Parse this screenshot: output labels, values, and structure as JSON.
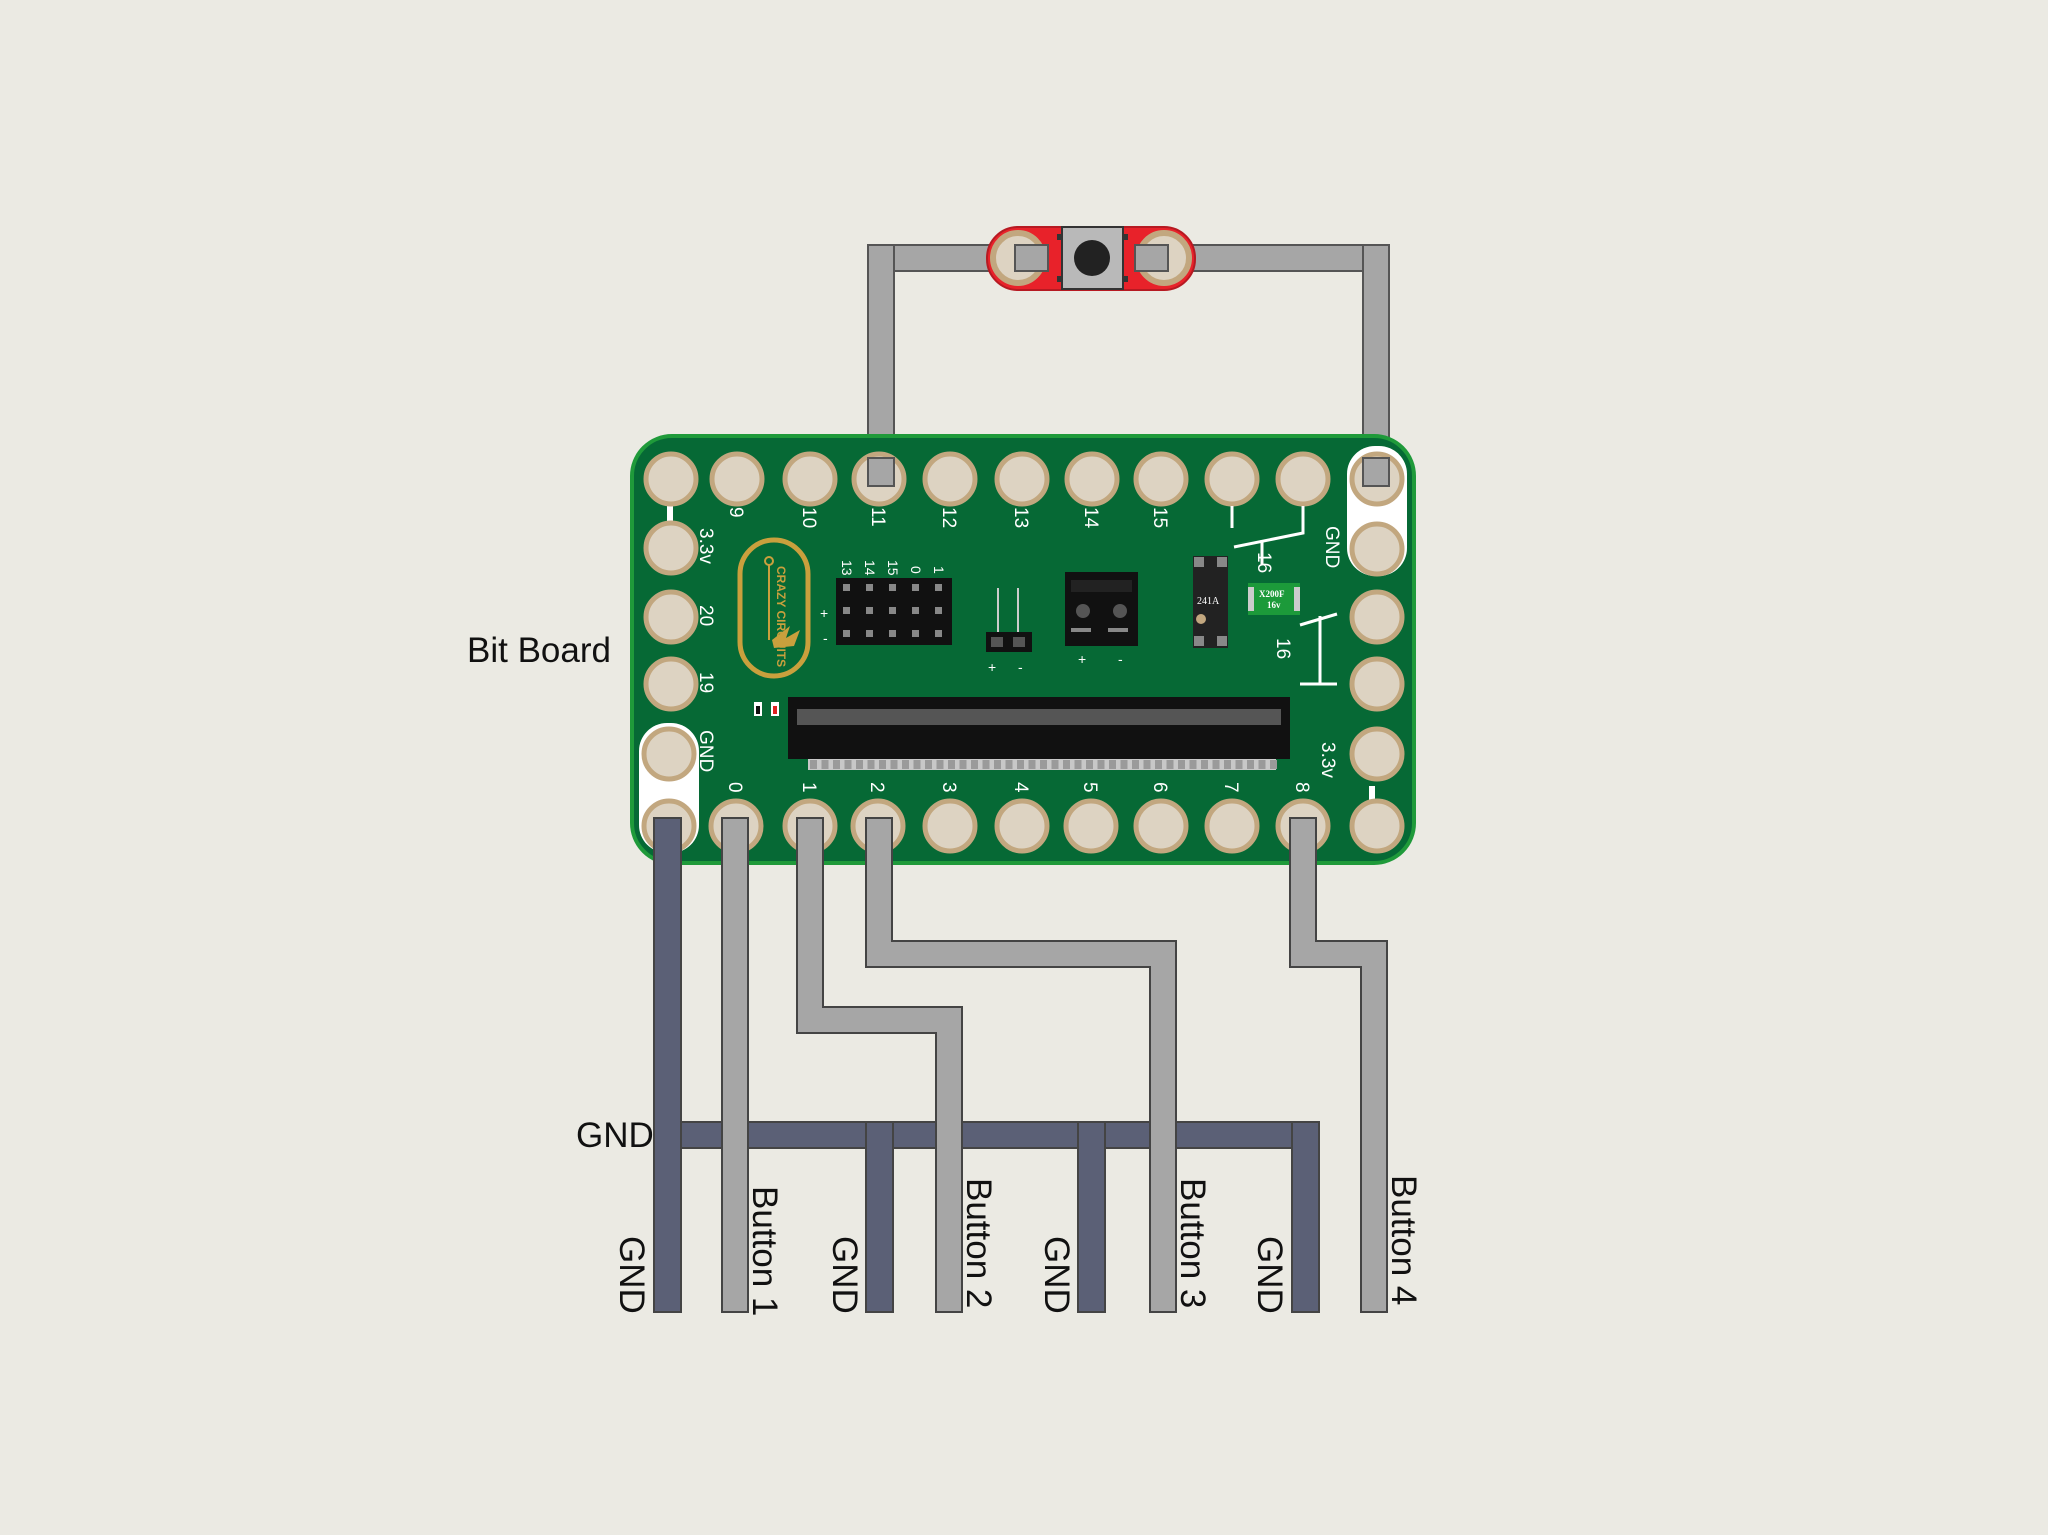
{
  "title": "Bit Board",
  "logo_text": "CRAZY CIRCUITS",
  "colors": {
    "background": "#ebeae3",
    "board": "#066935",
    "pad": "#ddd3c2",
    "pad_ring": "#c2a77f",
    "wire_signal": "#a6a6a6",
    "wire_gnd": "#5b6076",
    "button_board": "#e8222a",
    "logo_gold": "#c9a03d"
  },
  "board": {
    "label": "Bit Board",
    "top_pins": [
      "9",
      "10",
      "11",
      "12",
      "13",
      "14",
      "15"
    ],
    "top_pin16": "16",
    "top_right": "GND",
    "left_labels": [
      "3.3v",
      "20",
      "19",
      "GND"
    ],
    "right_labels": [
      "16",
      "3.3v"
    ],
    "bottom_pins": [
      "0",
      "1",
      "2",
      "3",
      "4",
      "5",
      "6",
      "7",
      "8"
    ],
    "header_numbers": [
      "13",
      "14",
      "15",
      "0",
      "1"
    ],
    "header_signs": [
      "+",
      "-"
    ],
    "jst_signs": [
      "+",
      "-"
    ],
    "terminal_signs": [
      "+",
      "-"
    ],
    "chip_label": "241A",
    "fuse_label_1": "X200F",
    "fuse_label_2": "16v"
  },
  "bus_label": "GND",
  "wire_labels": [
    "GND",
    "Button 1",
    "GND",
    "Button 2",
    "GND",
    "Button 3",
    "GND",
    "Button 4"
  ]
}
